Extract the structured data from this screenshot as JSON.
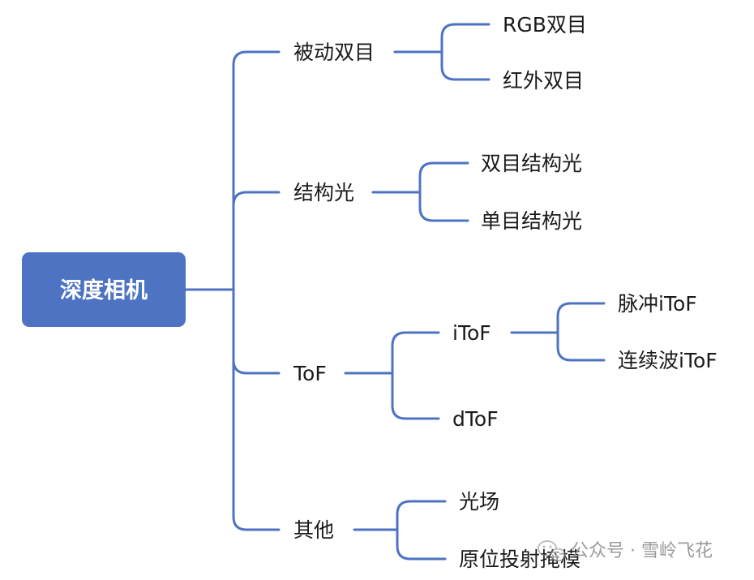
{
  "mindmap": {
    "root": {
      "label": "深度相机",
      "color": "#4f73c3"
    },
    "branches": [
      {
        "label": "被动双目",
        "children": [
          {
            "label": "RGB双目"
          },
          {
            "label": "红外双目"
          }
        ]
      },
      {
        "label": "结构光",
        "children": [
          {
            "label": "双目结构光"
          },
          {
            "label": "单目结构光"
          }
        ]
      },
      {
        "label": "ToF",
        "children": [
          {
            "label": "iToF",
            "children": [
              {
                "label": "脉冲iToF"
              },
              {
                "label": "连续波iToF"
              }
            ]
          },
          {
            "label": "dToF"
          }
        ]
      },
      {
        "label": "其他",
        "children": [
          {
            "label": "光场"
          },
          {
            "label": "原位投射掩模"
          }
        ]
      }
    ],
    "line_color": "#4f73c3"
  },
  "watermark": {
    "text": "公众号 · 雪岭飞花",
    "icon": "wechat-icon"
  }
}
